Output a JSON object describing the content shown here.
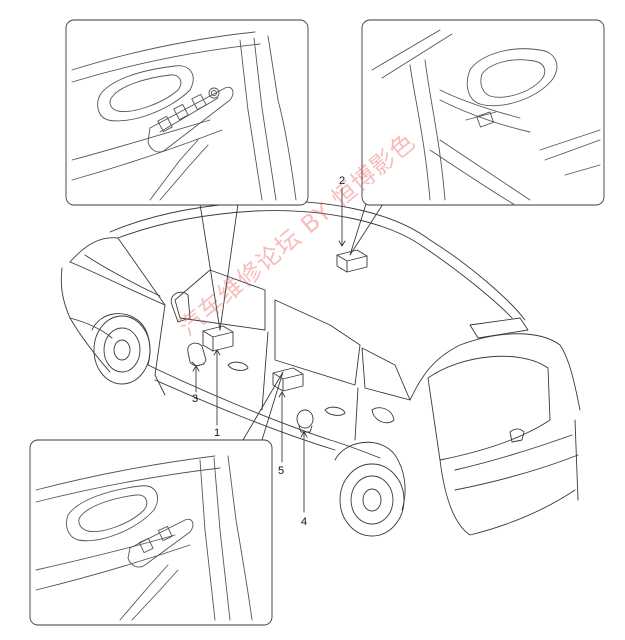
{
  "callouts": [
    {
      "id": "1",
      "label": "1"
    },
    {
      "id": "2",
      "label": "2"
    },
    {
      "id": "3",
      "label": "3"
    },
    {
      "id": "4",
      "label": "4"
    },
    {
      "id": "5",
      "label": "5"
    }
  ],
  "watermark": {
    "text": "汽车维修论坛 BY 恒博影色"
  },
  "colors": {
    "line": "#3a3a3a",
    "light_line": "#9a9a9a",
    "watermark": "#eb5050"
  }
}
